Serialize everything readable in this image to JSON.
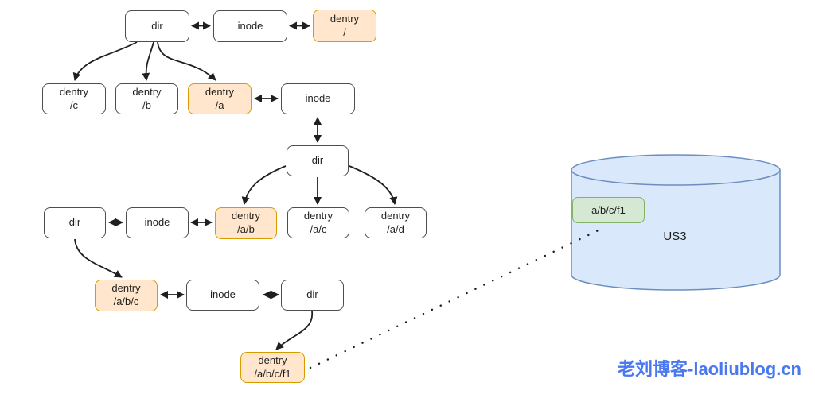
{
  "diagram": {
    "nodes": {
      "dir_root": {
        "label": "dir"
      },
      "inode_root": {
        "label": "inode"
      },
      "dentry_root": {
        "label": "dentry",
        "path": "/"
      },
      "dentry_c": {
        "label": "dentry",
        "path": "/c"
      },
      "dentry_b": {
        "label": "dentry",
        "path": "/b"
      },
      "dentry_a": {
        "label": "dentry",
        "path": "/a"
      },
      "inode_a": {
        "label": "inode"
      },
      "dir_a": {
        "label": "dir"
      },
      "dir_ab": {
        "label": "dir"
      },
      "inode_ab": {
        "label": "inode"
      },
      "dentry_ab": {
        "label": "dentry",
        "path": "/a/b"
      },
      "dentry_ac": {
        "label": "dentry",
        "path": "/a/c"
      },
      "dentry_ad": {
        "label": "dentry",
        "path": "/a/d"
      },
      "dentry_abc": {
        "label": "dentry",
        "path": "/a/b/c"
      },
      "inode_abc": {
        "label": "inode"
      },
      "dir_abc": {
        "label": "dir"
      },
      "dentry_abcf1": {
        "label": "dentry",
        "path": "/a/b/c/f1"
      }
    },
    "storage": {
      "name": "US3",
      "object_label": "a/b/c/f1"
    },
    "watermark": {
      "text": "老刘博客-laoliublog.cn",
      "color": "#4a79ef"
    },
    "colors": {
      "highlight_fill": "#ffe6cc",
      "highlight_border": "#d79b00",
      "object_fill": "#d5e8d4",
      "object_border": "#82b366",
      "cylinder_fill": "#dae8fc",
      "cylinder_border": "#6c8ebf",
      "arrow": "#1f1f1f",
      "node_border": "#4d4d4d"
    }
  }
}
